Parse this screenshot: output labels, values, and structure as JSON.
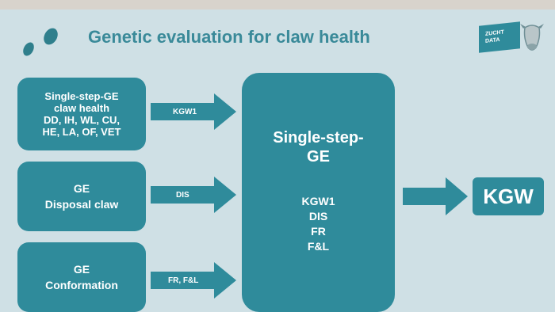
{
  "title": "Genetic evaluation for claw health",
  "brand": {
    "line1": "ZUCHT",
    "line2": "DATA"
  },
  "inputs": [
    {
      "lines": [
        "Single-step-GE",
        "claw health",
        "DD, IH, WL, CU,",
        "HE, LA, OF, VET"
      ],
      "arrow_label": "KGW1"
    },
    {
      "lines": [
        "GE",
        "Disposal claw"
      ],
      "arrow_label": "DIS"
    },
    {
      "lines": [
        "GE",
        "Conformation"
      ],
      "arrow_label": "FR, F&L"
    }
  ],
  "center": {
    "title_line1": "Single-step-",
    "title_line2": "GE",
    "items": [
      "KGW1",
      "DIS",
      "FR",
      "F&L"
    ]
  },
  "output": "KGW",
  "colors": {
    "box": "#2f8b9b",
    "background": "#cfe0e5",
    "title": "#3a8a99",
    "text": "#ffffff"
  }
}
